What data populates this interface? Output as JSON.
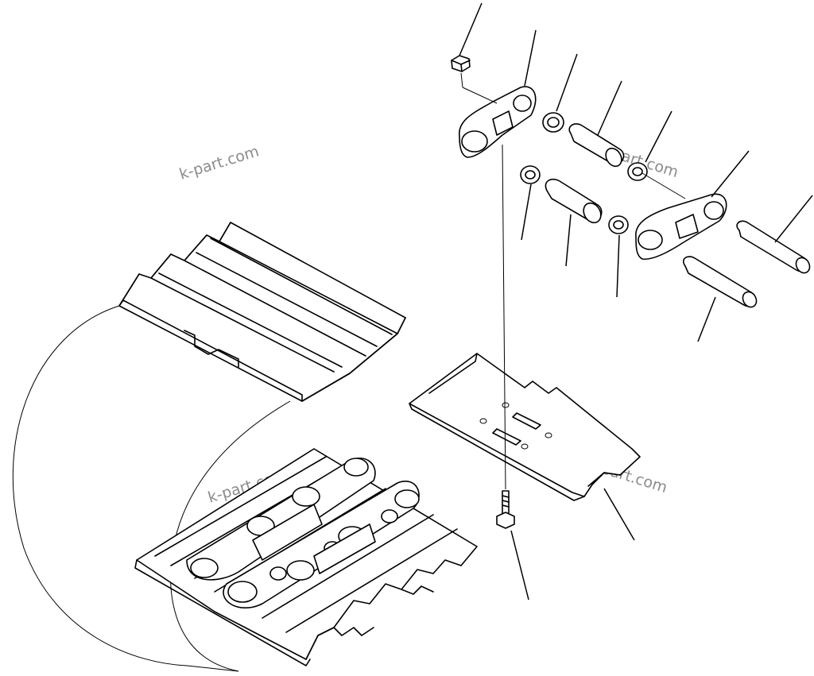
{
  "watermark": {
    "text": "k-part.com"
  },
  "parts": [
    "nut",
    "inner-link",
    "seal-ring",
    "bushing",
    "track-pin",
    "outer-link",
    "track-shoe",
    "shoe-bolt"
  ]
}
